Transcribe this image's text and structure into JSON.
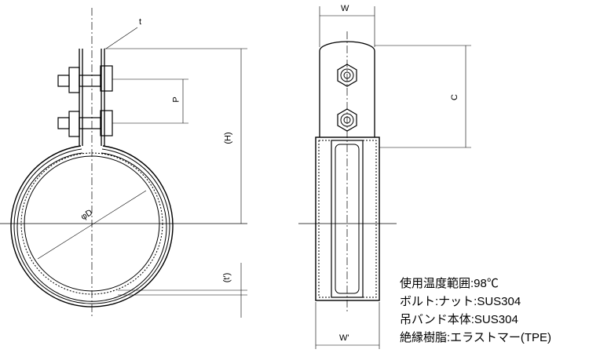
{
  "labels": {
    "t": "t",
    "P": "P",
    "H": "(H)",
    "phiD": "φD",
    "t_prime": "(t')",
    "W": "W",
    "C": "C",
    "W_prime": "W'"
  },
  "specs": [
    "使用温度範囲:98℃",
    "ボルト:ナット:SUS304",
    "吊バンド本体:SUS304",
    "絶縁樹脂:エラストマー(TPE)"
  ]
}
